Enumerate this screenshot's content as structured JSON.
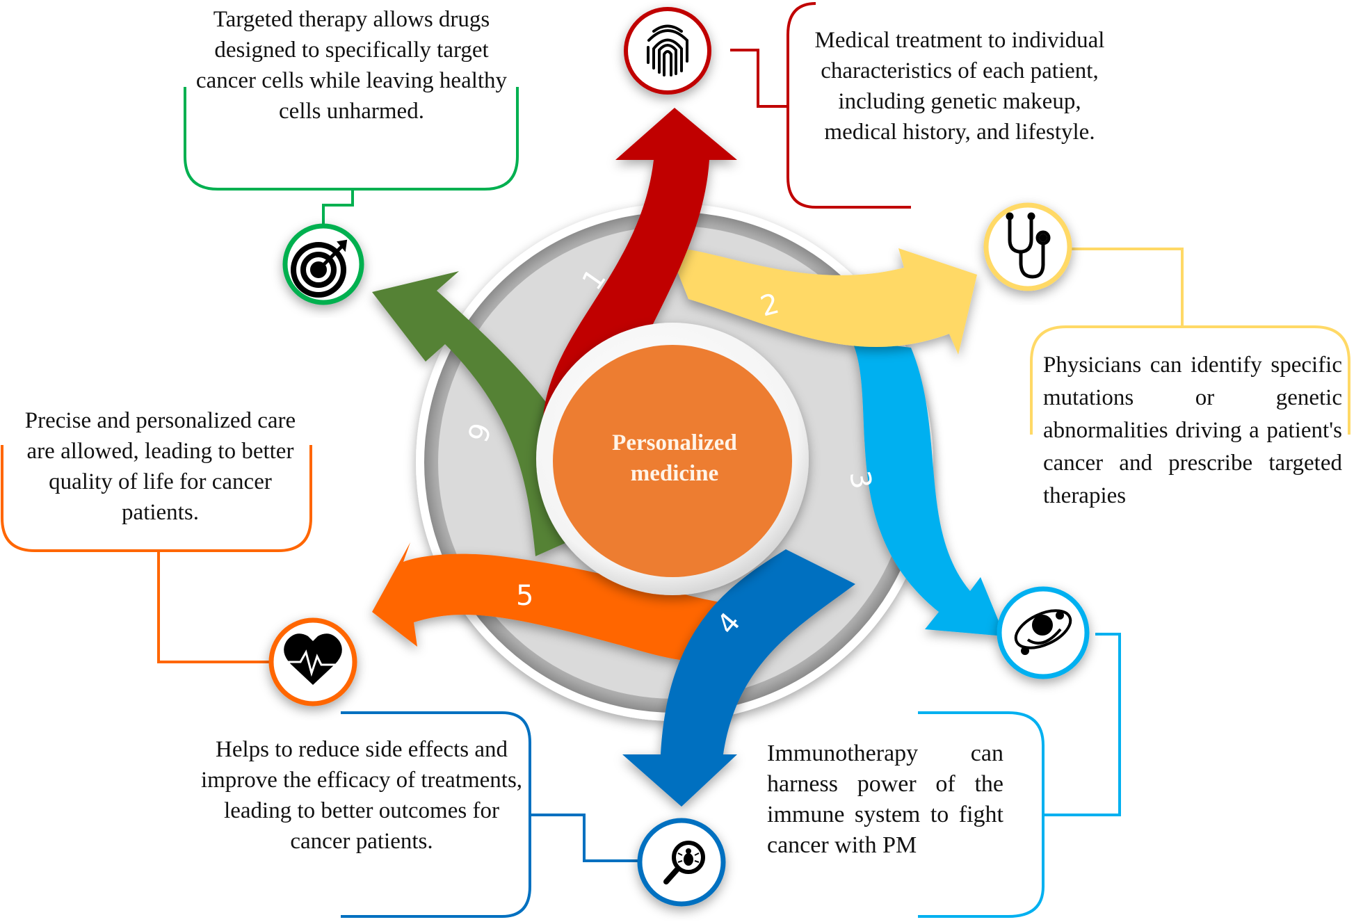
{
  "diagram": {
    "title": "Personalized medicine",
    "hub": {
      "line1": "Personalized",
      "line2": "medicine",
      "color": "#ED7D31"
    },
    "steps": [
      {
        "number": "1",
        "color": "#C00000",
        "icon": "fingerprint-icon",
        "text": "Medical treatment to individual characteristics of each patient, including genetic makeup, medical history, and lifestyle."
      },
      {
        "number": "2",
        "color": "#FFD966",
        "icon": "stethoscope-icon",
        "text": "Physicians can identify specific mutations or genetic abnormalities driving a patient's cancer and prescribe targeted therapies"
      },
      {
        "number": "3",
        "color": "#00B0F0",
        "icon": "orbit-icon",
        "text": "Immunotherapy can harness power of the immune system to fight cancer with PM"
      },
      {
        "number": "4",
        "color": "#0070C0",
        "icon": "magnifier-bug-icon",
        "text": "Helps to reduce side effects and improve the efficacy of treatments, leading to better outcomes for cancer patients."
      },
      {
        "number": "5",
        "color": "#FF6600",
        "icon": "heart-pulse-icon",
        "text": "Precise and personalized care are allowed, leading to better quality of life for cancer patients."
      },
      {
        "number": "6",
        "color": "#548235",
        "icon": "target-icon",
        "text": "Targeted therapy allows drugs designed to specifically target cancer cells while leaving healthy cells unharmed."
      }
    ],
    "callout_colors": {
      "green": "#00B050",
      "red": "#C00000",
      "yellow": "#FFD966",
      "orange": "#FF6600",
      "blue": "#0070C0",
      "skyblue": "#00B0F0"
    }
  }
}
